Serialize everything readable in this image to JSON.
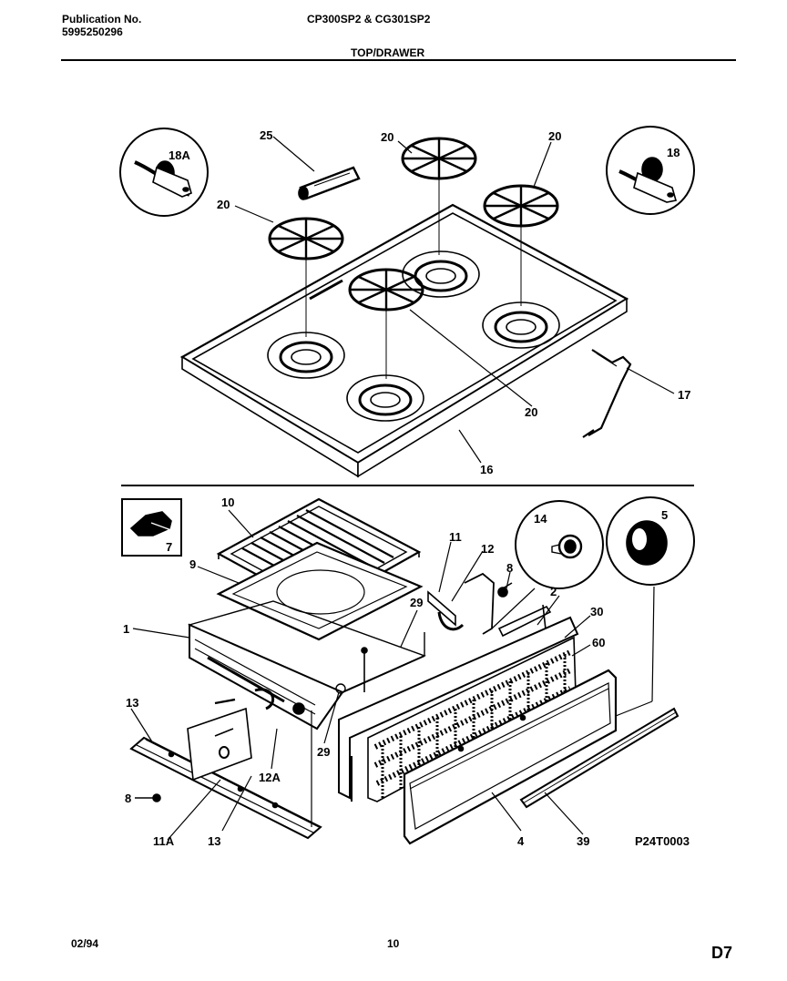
{
  "header": {
    "publication_label": "Publication No.",
    "publication_number": "5995250296",
    "models": "CP300SP2 & CG301SP2",
    "section_title": "TOP/DRAWER"
  },
  "callouts": {
    "c18A": "18A",
    "c25": "25",
    "c20_a": "20",
    "c20_b": "20",
    "c18": "18",
    "c20_c": "20",
    "c20_d": "20",
    "c17": "17",
    "c16": "16",
    "c10": "10",
    "c7": "7",
    "c9": "9",
    "c11": "11",
    "c12": "12",
    "c8_a": "8",
    "c14": "14",
    "c5": "5",
    "c2": "2",
    "c30": "30",
    "c60": "60",
    "c1": "1",
    "c29_a": "29",
    "c29_b": "29",
    "c13_a": "13",
    "c12A": "12A",
    "c8_b": "8",
    "c11A": "11A",
    "c13_b": "13",
    "c4": "4",
    "c39": "39",
    "drawing_code": "P24T0003"
  },
  "footer": {
    "date": "02/94",
    "page_number": "10",
    "page_code": "D7"
  }
}
